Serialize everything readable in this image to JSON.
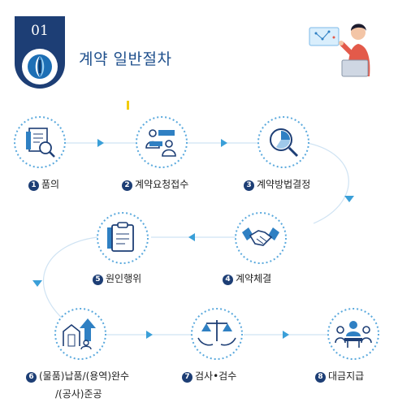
{
  "header": {
    "number": "01",
    "title": "계약 일반절차"
  },
  "colors": {
    "navy": "#1d3e75",
    "blue": "#2f80c3",
    "dot": "#5aa9dd",
    "arrow": "#3a9fd8"
  },
  "steps": [
    {
      "num": "1",
      "label": "품의",
      "icon": "document-magnifier-icon"
    },
    {
      "num": "2",
      "label": "계약요청접수",
      "icon": "people-form-icon"
    },
    {
      "num": "3",
      "label": "계약방법결정",
      "icon": "chart-magnifier-icon"
    },
    {
      "num": "4",
      "label": "계약체결",
      "icon": "handshake-icon"
    },
    {
      "num": "5",
      "label": "원인행위",
      "icon": "clipboard-icon"
    },
    {
      "num": "6",
      "label": "(물품)납품/(용역)완수",
      "label_line2": "/(공사)준공",
      "icon": "building-upload-icon"
    },
    {
      "num": "7",
      "label": "검사•검수",
      "icon": "scales-icon"
    },
    {
      "num": "8",
      "label": "대금지급",
      "icon": "meeting-icon"
    }
  ]
}
